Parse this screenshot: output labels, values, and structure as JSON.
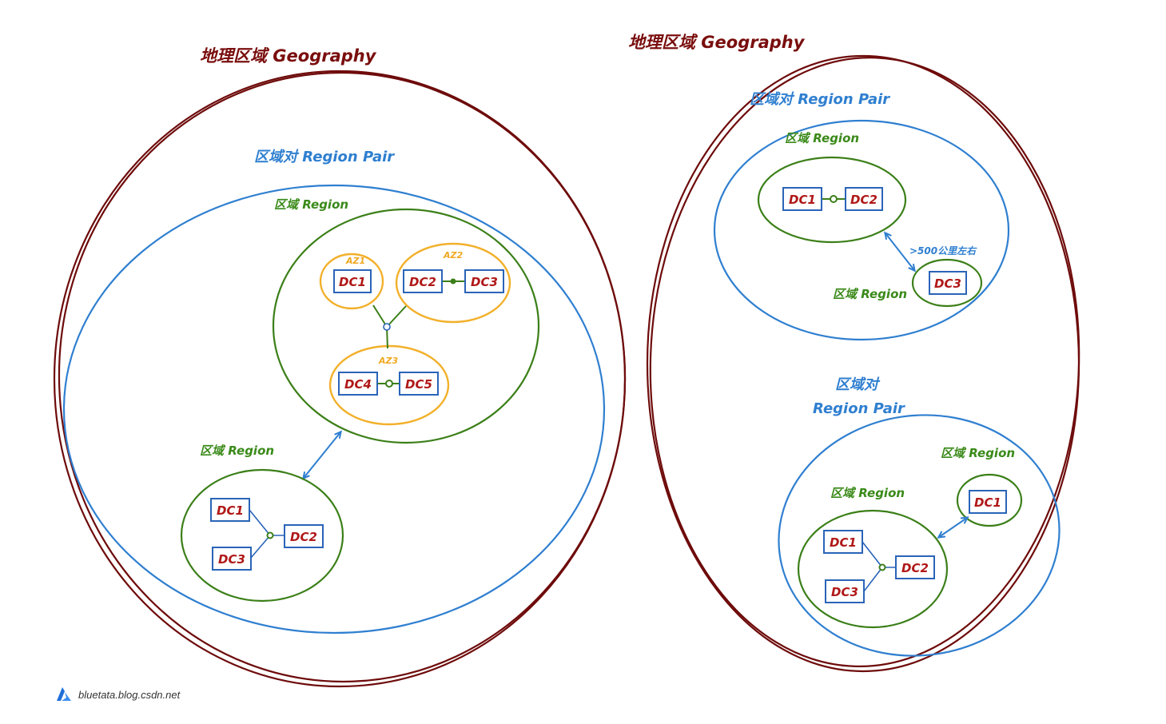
{
  "colors": {
    "geography": "#6e0b0b",
    "region_pair": "#2f7fd0",
    "region": "#3b7f18",
    "availability_zone": "#f2b02a",
    "dc_box": "#2a64b8",
    "dc_text": "#b01818"
  },
  "left": {
    "geography_label": "地理区域 Geography",
    "pair_label": "区域对 Region Pair",
    "region_top_label": "区域 Region",
    "az1_label": "AZ1",
    "az2_label": "AZ2",
    "az3_label": "AZ3",
    "region_bottom_label": "区域 Region",
    "dcs": {
      "top_dc1": "DC1",
      "top_dc2": "DC2",
      "top_dc3": "DC3",
      "top_dc4": "DC4",
      "top_dc5": "DC5",
      "bot_dc1": "DC1",
      "bot_dc2": "DC2",
      "bot_dc3": "DC3"
    }
  },
  "right": {
    "geography_label": "地理区域 Geography",
    "pair1_label": "区域对 Region Pair",
    "pair1_region_a_label": "区域 Region",
    "pair1_region_b_label": "区域 Region",
    "distance_label": ">500公里左右",
    "pair2_label_line1": "区域对",
    "pair2_label_line2": "Region Pair",
    "pair2_region_a_label": "区域 Region",
    "pair2_region_b_label": "区域 Region",
    "dcs": {
      "p1_dc1": "DC1",
      "p1_dc2": "DC2",
      "p1_dc3": "DC3",
      "p2_dc1": "DC1",
      "p2_dc2": "DC2",
      "p2_dc3": "DC3",
      "p2_far_dc1": "DC1"
    }
  },
  "watermark": {
    "icon": "azure-logo-icon",
    "text": "bluetata.blog.csdn.net"
  }
}
